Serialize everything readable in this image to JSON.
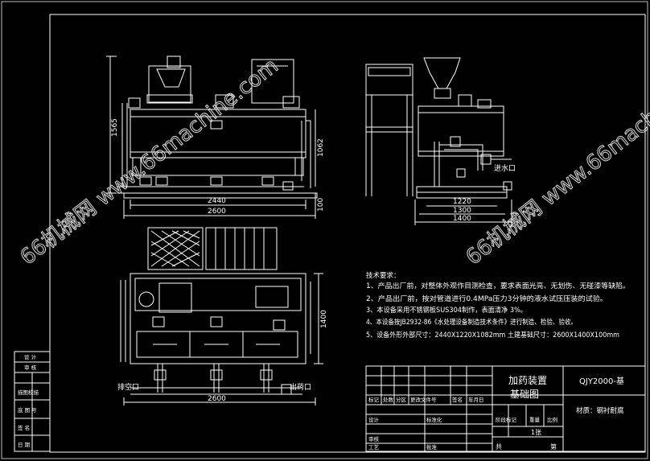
{
  "title_block": {
    "drawing_title_1": "加药装置",
    "drawing_title_2": "基础图",
    "drawing_no": "QJY2000-基",
    "material_label": "材质：钢衬耐腐",
    "left_labels": [
      "标记",
      "处数",
      "分区",
      "更改文件号",
      "签名",
      "年月日"
    ],
    "left_labels_2": [
      "设计",
      "标准化",
      "阶段标记",
      "重量",
      "比例"
    ],
    "left_labels_3": [
      "审核",
      "工艺",
      "批准"
    ],
    "sheet_text": "1张",
    "sheet_of": "共",
    "sheet_page": "第"
  },
  "left_column": {
    "labels": [
      "设 计",
      "审 核",
      "描图校描",
      "底 图 号",
      "签 名",
      "日 期"
    ]
  },
  "watermarks": [
    "66机械网 www.66machine.com",
    "66机械网 www.66machine.com"
  ],
  "dimensions": {
    "front_width_inner": "2440",
    "front_width_outer": "2600",
    "front_height": "1565",
    "front_height_2": "1062",
    "front_base": "100",
    "side_w1": "1220",
    "side_w2": "1300",
    "side_w3": "1400",
    "plan_depth": "1400",
    "plan_width": "2600"
  },
  "labels": {
    "inlet": "进水口",
    "outlet_left": "排空口",
    "outlet_right": "出药口"
  },
  "tech_notes": {
    "heading": "技术要求：",
    "items": [
      "1、产品出厂前，对整体外观作目测检查，要求表面光亮、无划伤、无碰漆等缺陷。",
      "2、产品出厂前，按对管道进行0.4MPa压力3分钟的液水试压压装的试验。",
      "3、本设备采用不锈钢板SUS304制作，表面清净 3%。",
      "4、本设备按JB2932-86《水处理设备制造技术条件》进行制造、检验、验收。",
      "5、设备外形外部尺寸：2440X1220X1082mm   土建基础尺寸：2600X1400X100mm"
    ]
  }
}
